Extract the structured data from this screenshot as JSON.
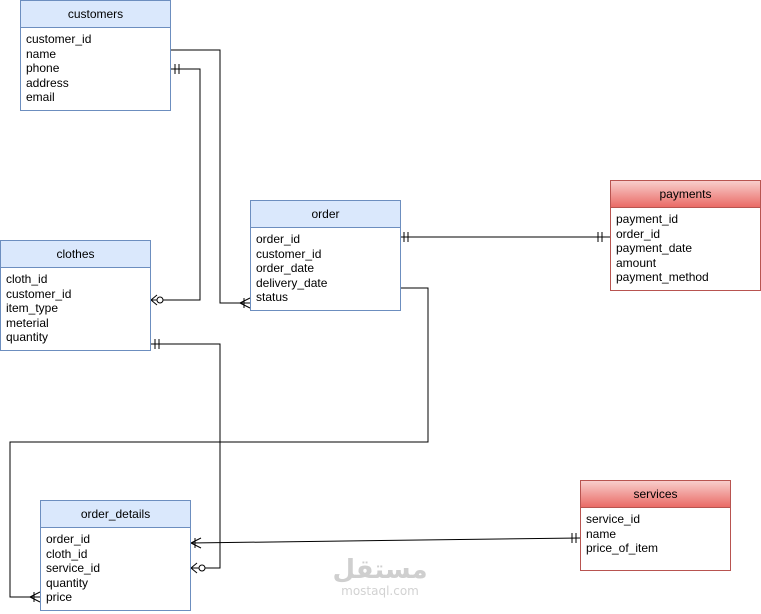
{
  "entities": {
    "customers": {
      "title": "customers",
      "fields": [
        "customer_id",
        "name",
        "phone",
        "address",
        "email"
      ]
    },
    "clothes": {
      "title": "clothes",
      "fields": [
        "cloth_id",
        "customer_id",
        "item_type",
        "meterial",
        "quantity"
      ]
    },
    "order": {
      "title": "order",
      "fields": [
        "order_id",
        "customer_id",
        "order_date",
        "delivery_date",
        "status"
      ]
    },
    "payments": {
      "title": "payments",
      "fields": [
        "payment_id",
        "order_id",
        "payment_date",
        "amount",
        "payment_method"
      ]
    },
    "order_details": {
      "title": "order_details",
      "fields": [
        "order_id",
        "cloth_id",
        "service_id",
        "quantity",
        "price"
      ]
    },
    "services": {
      "title": "services",
      "fields": [
        "service_id",
        "name",
        "price_of_item"
      ]
    }
  },
  "relationships": [
    {
      "from": "customers.customer_id",
      "to": "order.customer_id",
      "from_end": "none",
      "to_end": "one-or-many"
    },
    {
      "from": "customers.customer_id",
      "to": "clothes.customer_id",
      "from_end": "exactly-one",
      "to_end": "zero-or-many"
    },
    {
      "from": "order.order_id",
      "to": "payments.order_id",
      "from_end": "exactly-one",
      "to_end": "exactly-one"
    },
    {
      "from": "order.delivery_date",
      "to": "order_details.price",
      "from_end": "none",
      "to_end": "one-or-many"
    },
    {
      "from": "clothes.quantity",
      "to": "order_details.service_id",
      "from_end": "exactly-one",
      "to_end": "zero-or-many"
    },
    {
      "from": "services.service_id",
      "to": "order_details.order_id",
      "from_end": "exactly-one",
      "to_end": "one-or-many"
    }
  ],
  "colors": {
    "entity_header_blue": "#dae8fc",
    "entity_border_blue": "#6c8ebf",
    "entity_header_red": "#f8cecc",
    "entity_border_red": "#b85450",
    "connector": "#000000"
  },
  "watermark": {
    "arabic": "مستقل",
    "latin": "mostaql.com"
  }
}
